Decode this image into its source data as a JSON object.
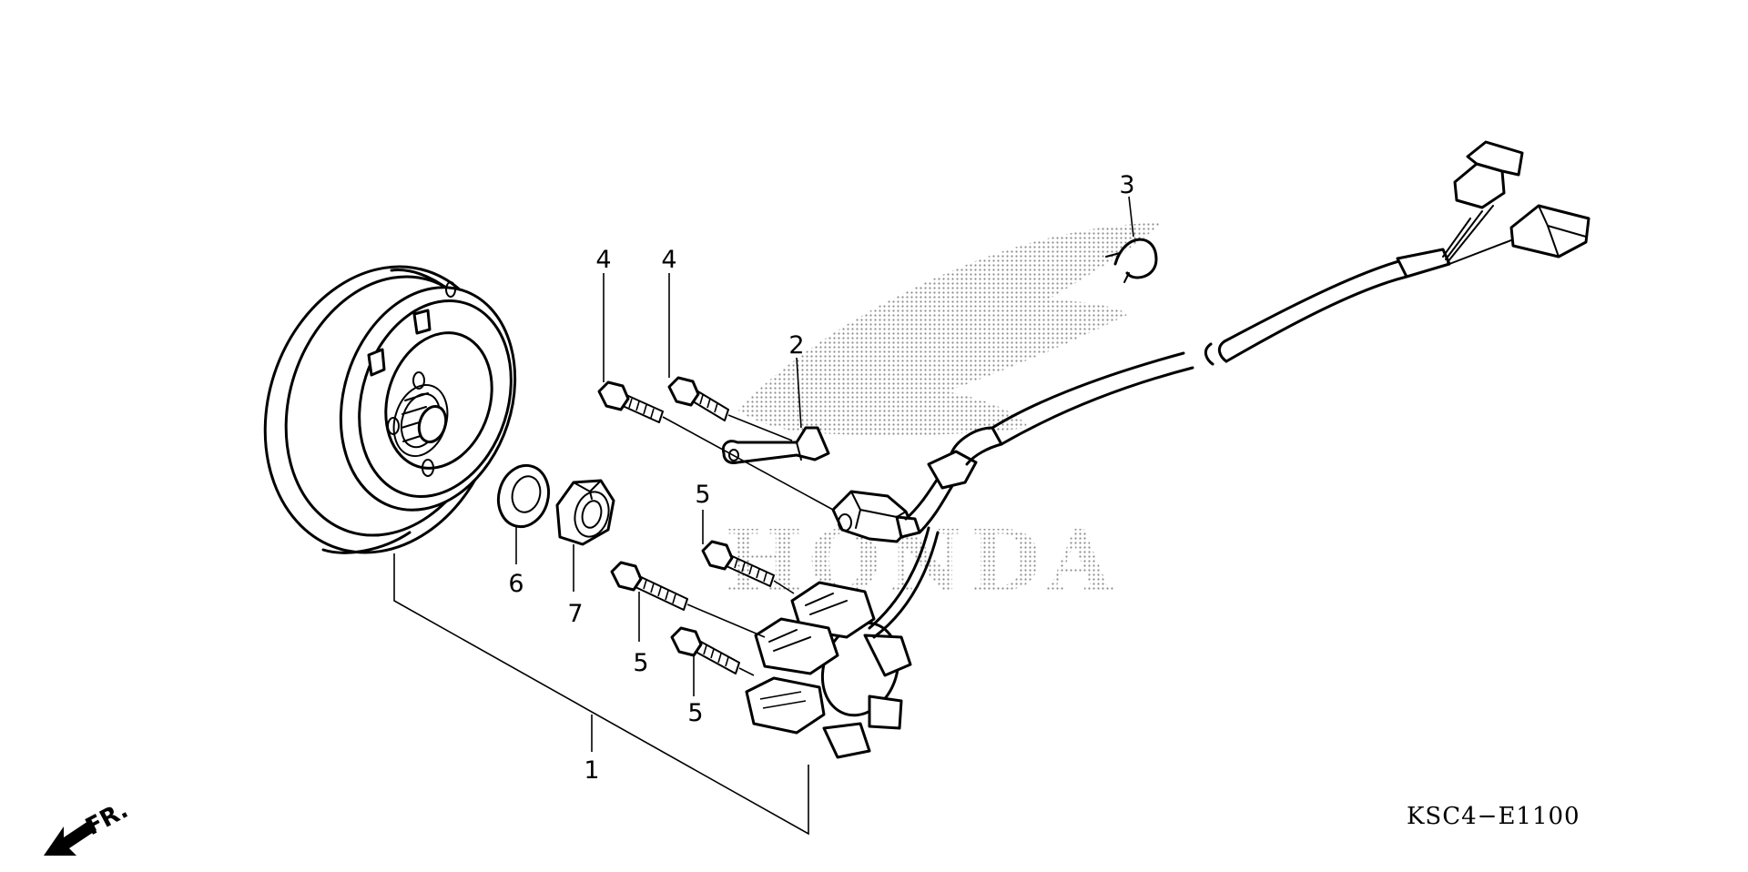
{
  "callouts": {
    "part_1": "1",
    "part_2": "2",
    "part_3": "3",
    "part_4a": "4",
    "part_4b": "4",
    "part_5a": "5",
    "part_5b": "5",
    "part_5c": "5",
    "part_6": "6",
    "part_7": "7"
  },
  "watermark_text": "HONDA",
  "diagram_code": "KSC4−E1100",
  "direction_label": "FR.",
  "colors": {
    "ink": "#000000",
    "paper": "#ffffff",
    "watermark": "#8c8c8c"
  }
}
